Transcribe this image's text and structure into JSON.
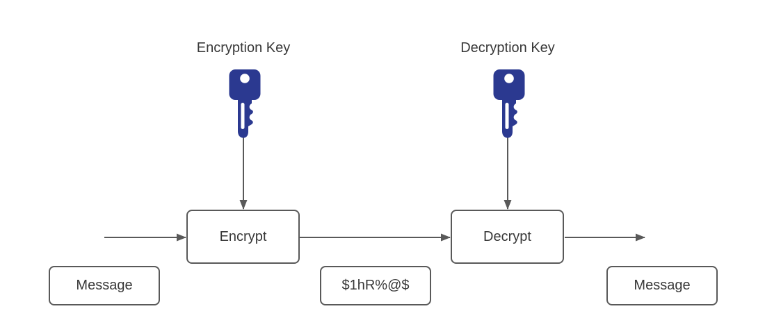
{
  "diagram": {
    "labels": {
      "encryption_key": "Encryption Key",
      "decryption_key": "Decryption Key"
    },
    "nodes": {
      "input_message": "Message",
      "encrypt": "Encrypt",
      "ciphertext": "$1hR%@$",
      "decrypt": "Decrypt",
      "output_message": "Message"
    },
    "icons": {
      "encryption_key": "key-icon",
      "decryption_key": "key-icon"
    },
    "colors": {
      "key_fill": "#2B3990",
      "stroke": "#595959",
      "text": "#383838",
      "node_background": "#FFFFFF",
      "background": "#FFFFFF"
    }
  }
}
